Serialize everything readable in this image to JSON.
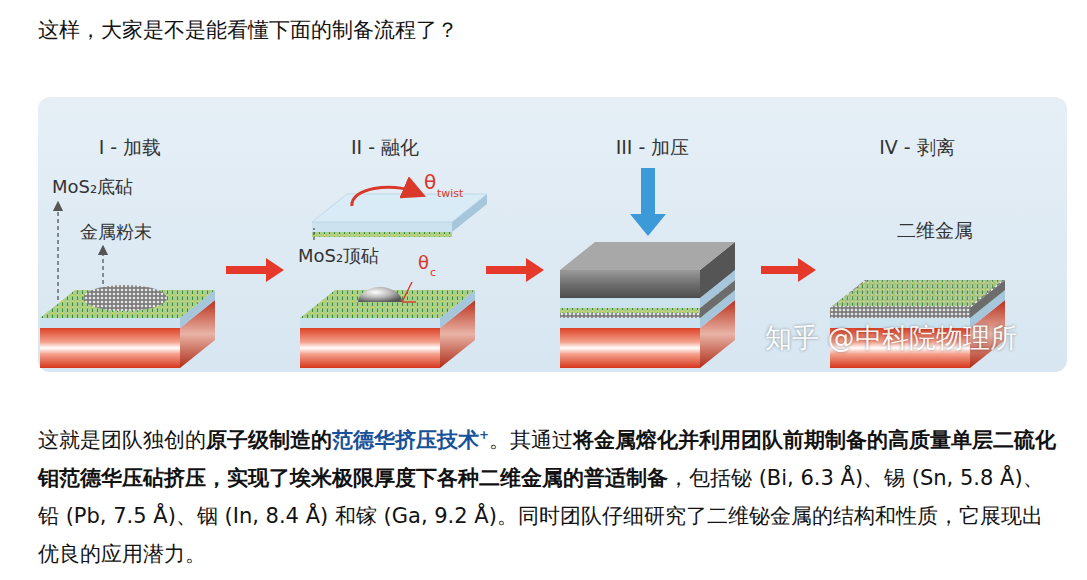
{
  "diagram": {
    "nodes": [
      {
        "text": [
          "I - 加载"
        ]
      },
      {
        "text": [
          "II - 融化"
        ]
      },
      {
        "text": [
          "III - 加压"
        ]
      },
      {
        "text": [
          "IV - 剥离"
        ]
      }
    ],
    "edges": [
      {
        "from": 0,
        "to": 1,
        "arrow": "to"
      },
      {
        "from": 1,
        "to": 2,
        "arrow": "to"
      },
      {
        "from": 2,
        "to": 3,
        "arrow": "to"
      }
    ],
    "labels": [
      "这样，大家是不是能看懂下面的制备流程了？",
      "MoS₂底砧",
      "金属粉末",
      "θ",
      "twist",
      "MoS₂顶砧",
      "θ",
      "c",
      "二维金属",
      "知乎 @中科院物理所",
      "这就是团队独创的",
      "原子级制造的",
      "范德华挤压技术",
      "+",
      "。其通过",
      "将金属熔化并利用团队前期制备的高质量单层二硫化钼范德华压砧挤压，实现了埃米极限厚度下各种二维金属的普适制备",
      "，包括铋 (Bi, 6.3 Å)、锡 (Sn, 5.8 Å)、铅 (Pb, 7.5 Å)、铟 (In, 8.4 Å) 和镓 (Ga, 9.2 Å)。同时团队仔细研究了二维铋金属的结构和性质，它展现出优良的应用潜力。"
    ]
  }
}
